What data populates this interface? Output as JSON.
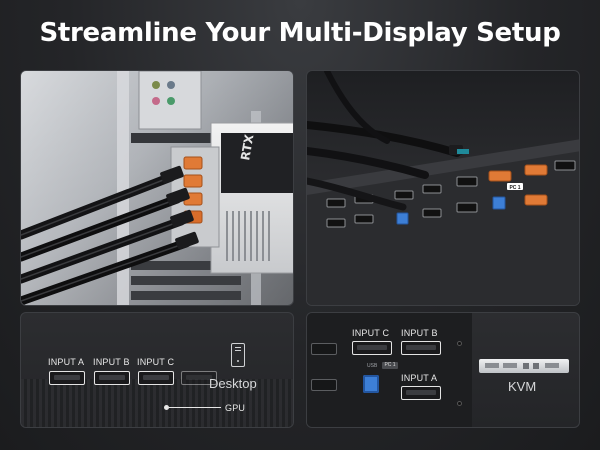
{
  "headline": "Streamline Your Multi-Display Setup",
  "panel_gpu": {
    "card_text": "RTX"
  },
  "panel_kvm_rear": {
    "pc_tag": "PC 1"
  },
  "panel_desktop": {
    "ports": [
      {
        "label": "INPUT A"
      },
      {
        "label": "INPUT B"
      },
      {
        "label": "INPUT C"
      }
    ],
    "desktop_label": "Desktop",
    "gpu_label": "GPU"
  },
  "panel_kvm": {
    "port_c_label": "INPUT C",
    "port_b_label": "INPUT B",
    "port_a_label": "INPUT A",
    "usb_label": "USB",
    "pc_tag": "PC 1",
    "kvm_label": "KVM"
  },
  "colors": {
    "accent_orange": "#e07a36",
    "usb_blue": "#3d7fd6",
    "background": "#242528"
  },
  "icons": [
    "desktop-tower-icon",
    "kvm-switch-icon"
  ]
}
